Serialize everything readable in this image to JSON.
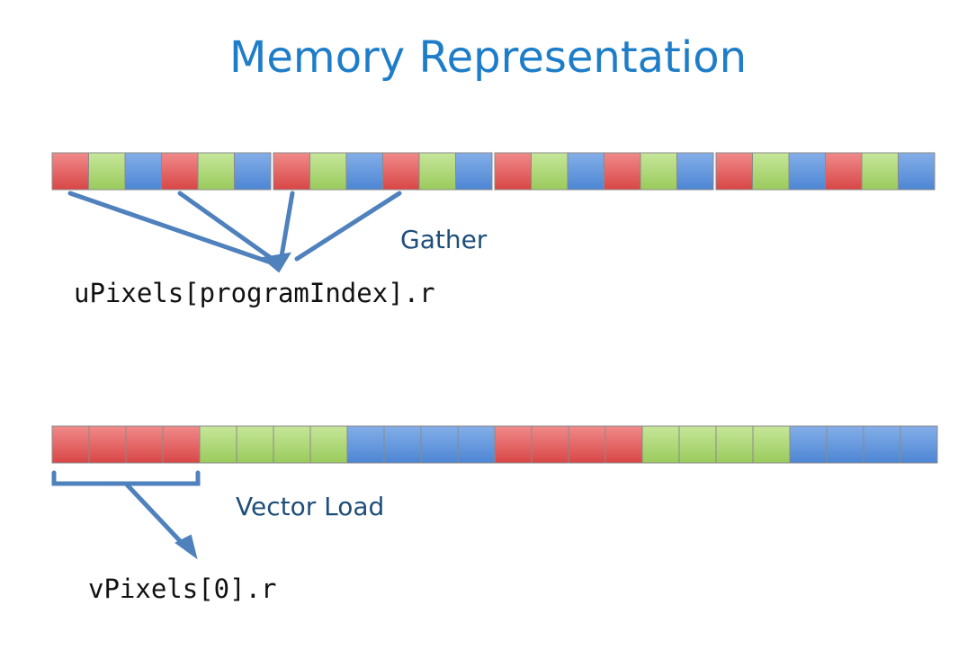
{
  "title": "Memory Representation",
  "colors": {
    "red": "#e05353",
    "green": "#a9d66f",
    "blue": "#5c93dc",
    "arrow": "#4f81bd",
    "title": "#1e7dc8",
    "label": "#1f4e79"
  },
  "row1": {
    "pattern": [
      "red",
      "green",
      "blue",
      "red",
      "green",
      "blue",
      "red",
      "green",
      "blue",
      "red",
      "green",
      "blue",
      "red",
      "green",
      "blue",
      "red",
      "green",
      "blue",
      "red",
      "green",
      "blue",
      "red",
      "green",
      "blue"
    ],
    "gather_label": "Gather",
    "code": "uPixels[programIndex].r"
  },
  "row2": {
    "pattern": [
      "red",
      "red",
      "red",
      "red",
      "green",
      "green",
      "green",
      "green",
      "blue",
      "blue",
      "blue",
      "blue",
      "red",
      "red",
      "red",
      "red",
      "green",
      "green",
      "green",
      "green",
      "blue",
      "blue",
      "blue",
      "blue"
    ],
    "vector_label": "Vector Load",
    "code": "vPixels[0].r"
  }
}
